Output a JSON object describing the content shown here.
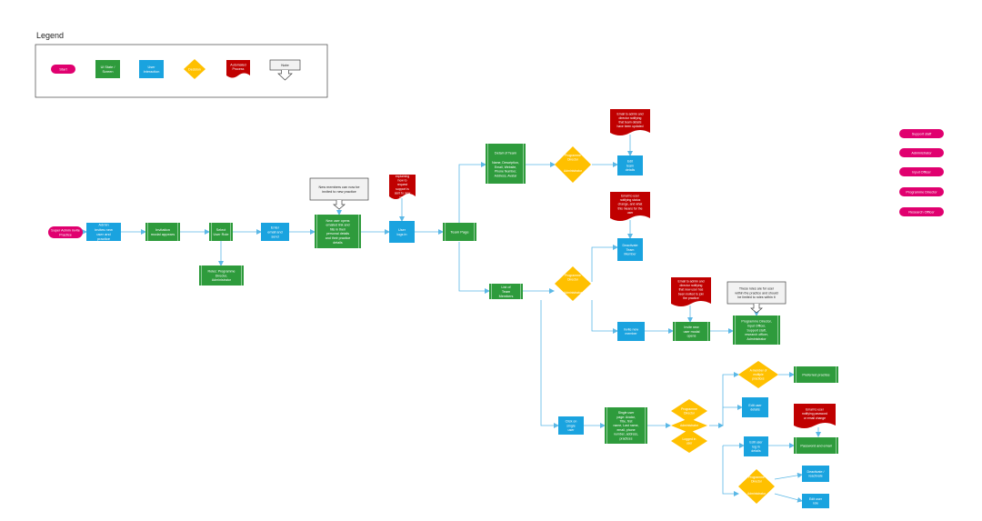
{
  "legend": {
    "title": "Legend",
    "items": {
      "start": "Start",
      "ui_state": "UI State / Screen",
      "user_interaction": "User Interaction",
      "decision": "Decision",
      "automated": "Automated Process",
      "note": "Note"
    }
  },
  "colors": {
    "start": "#e0006f",
    "screen": "#2e9b3c",
    "interaction": "#1aa3df",
    "decision": "#ffc000",
    "automated": "#c00000",
    "line": "#5bb8e6"
  },
  "roles": [
    "Support staff",
    "Administrator",
    "Input Officer",
    "Programme Director",
    "Research Officer"
  ],
  "nodes": {
    "super_admin": "Super Admin invite Practice",
    "admin_invites": "Admin invites new user and practice",
    "invite_modal": "Invitation modal appears",
    "select_role": "Select User Role",
    "roles_box": "Roles: Programme Director, Administrator",
    "enter_email": "Enter email and send",
    "new_user_opens": "New user opens emailed link and fills in their personal details and their practice details",
    "note_new_members": "New members can now be invited to new practice",
    "email_explaining": "Email explaining how to request support is sent to new user",
    "user_logs_in": "User logs in",
    "team_page": "Team Page",
    "detail_of_team": "Detail of Team",
    "detail_fields": "Name, Description, Email, Website, Phone Number, Address, Avatar",
    "dec_pd_admin_1_top": "Programme Director",
    "dec_pd_admin_1_bottom": "Administrator",
    "email_team_updated": "Email to admin and director notifying that team details have been updated",
    "edit_team_details": "Edit team details",
    "list_of_team": "List of Team Members",
    "dec_pd_admin_2_top": "Programme Director",
    "dec_pd_admin_2_bottom": "Administrator",
    "email_status_change": "Email to user notifying status change, and what this means for the user",
    "deactivate_member": "Deactivate Team Member",
    "email_new_user_invited": "Email to admin and director notifying that new user has been invited to join the practice",
    "invite_new_member": "Invite new member",
    "invite_modal_opens": "Invite new user modal opens",
    "note_roles": "These roles are for user within the practice and should be limited to roles within it",
    "roles_list": "Programme Director, Input Officer, Support staff, research officer, Administrator",
    "click_single_user": "Click on single user",
    "single_user_page": "Single user page: Avatar, Title, first name, Last name, email, phone number, address, practices",
    "dec_pd": "Programme Director",
    "dec_admin": "Administrator",
    "dec_logged": "Logged in user",
    "dec_member": "A member of multiple practices",
    "preferred_practice": "Preferred practice",
    "edit_user_details": "Edit user details",
    "email_password": "Email to user notifying password or email change",
    "edit_log_in": "Edit user log in details",
    "password_email": "Password and email",
    "dec_pd_admin_3_top": "Programme Director",
    "dec_pd_admin_3_bottom": "Administrator",
    "deactivate_reactivate": "Deactivate / reactivate",
    "edit_user_role": "Edit user role"
  }
}
